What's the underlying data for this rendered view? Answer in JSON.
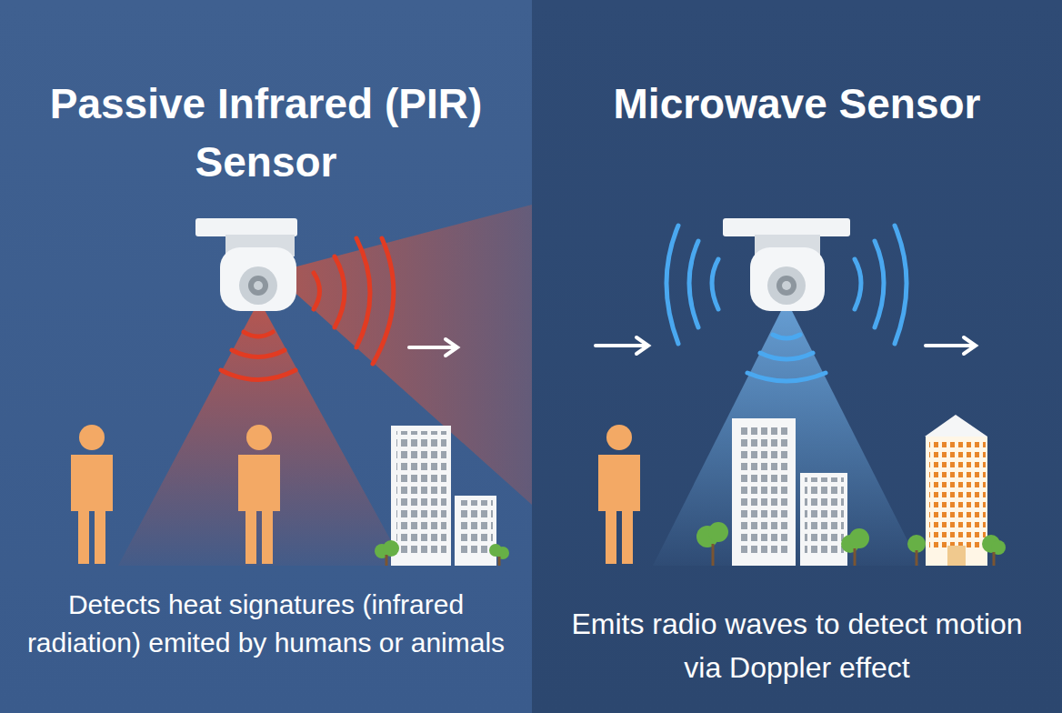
{
  "diagram": {
    "nodes": [
      {
        "text": [
          "Passive Infrared (PIR) Sensor",
          "Detects heat signatures (infrared radiation) emited by humans or animals"
        ]
      },
      {
        "text": [
          "Microwave Sensor",
          "Emits radio waves to detect motion via Doppler effect"
        ]
      }
    ]
  }
}
